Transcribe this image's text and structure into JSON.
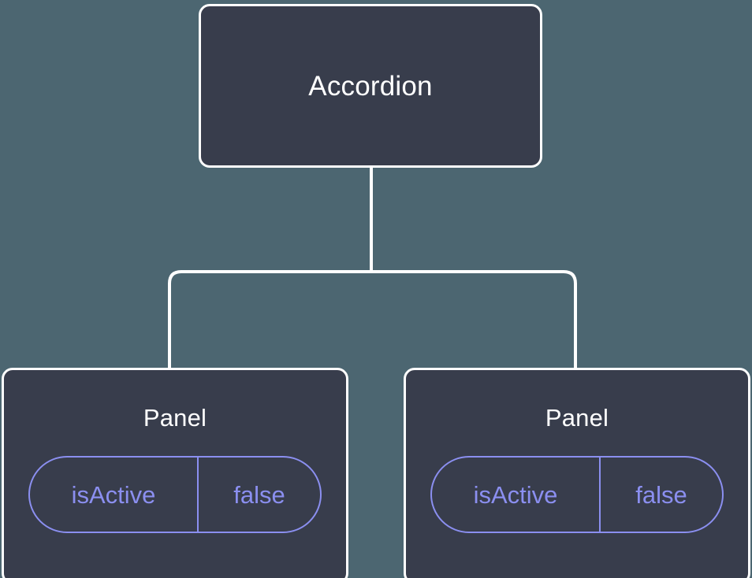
{
  "diagram": {
    "type": "component-tree",
    "background_color": "#4c6671",
    "node_fill_color": "#383d4c",
    "node_border_color": "#ffffff",
    "connector_color": "#ffffff",
    "accent_color": "#8b8ff0",
    "root": {
      "title": "Accordion"
    },
    "children": [
      {
        "title": "Panel",
        "state": {
          "key": "isActive",
          "value": "false"
        }
      },
      {
        "title": "Panel",
        "state": {
          "key": "isActive",
          "value": "false"
        }
      }
    ]
  }
}
